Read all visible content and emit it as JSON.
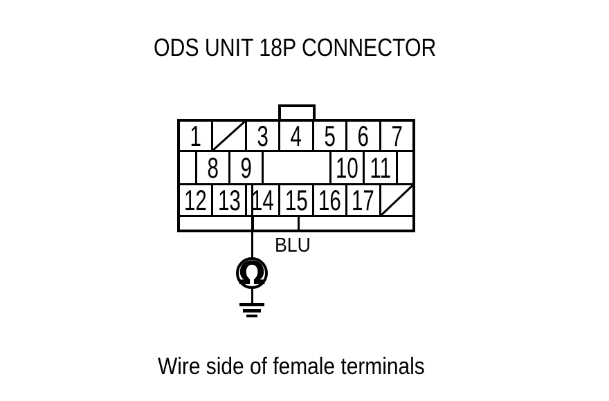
{
  "title": "ODS UNIT 18P CONNECTOR",
  "caption": "Wire side of female terminals",
  "connector": {
    "name": "ODS unit 18P connector pinout",
    "rows": [
      {
        "cells": [
          {
            "pin": "1"
          },
          {
            "pin": "",
            "slash": true
          },
          {
            "pin": "3"
          },
          {
            "pin": "4"
          },
          {
            "pin": "5"
          },
          {
            "pin": "6"
          },
          {
            "pin": "7"
          }
        ]
      },
      {
        "cells": [
          {
            "pin": ""
          },
          {
            "pin": "8"
          },
          {
            "pin": "9"
          },
          {
            "pin": ""
          },
          {
            "pin": "10"
          },
          {
            "pin": "11"
          },
          {
            "pin": ""
          }
        ]
      },
      {
        "cells": [
          {
            "pin": "12"
          },
          {
            "pin": "13"
          },
          {
            "pin": "14"
          },
          {
            "pin": "15"
          },
          {
            "pin": "16"
          },
          {
            "pin": "17"
          },
          {
            "pin": "",
            "slash": true
          }
        ]
      }
    ]
  },
  "wire": {
    "color_label": "BLU"
  },
  "meter": {
    "icon": "ohmmeter-icon",
    "symbol": "Ω"
  },
  "ground": {
    "icon": "ground-icon"
  },
  "colors": {
    "line": "#000000",
    "background": "#ffffff"
  }
}
